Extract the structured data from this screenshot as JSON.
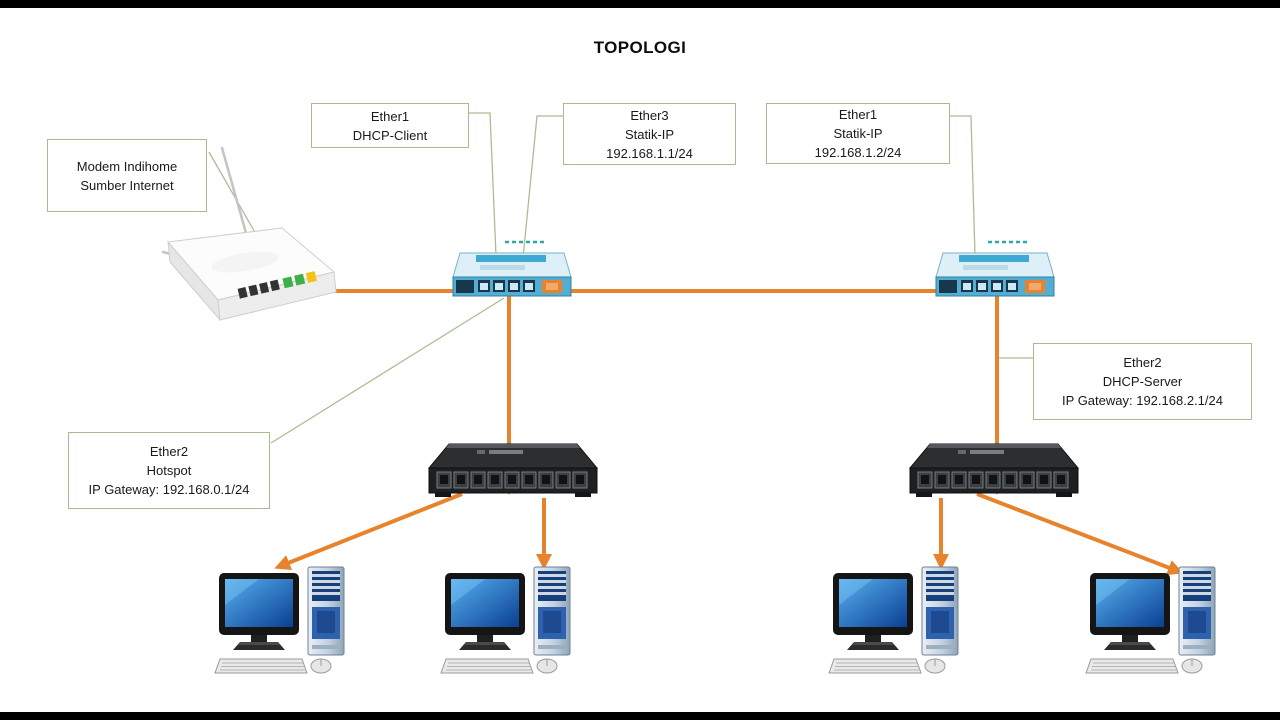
{
  "title": "TOPOLOGI",
  "boxes": {
    "modem": {
      "lines": [
        "Modem Indihome",
        "Sumber Internet"
      ]
    },
    "router1_ether1": {
      "lines": [
        "Ether1",
        "DHCP-Client"
      ]
    },
    "router1_ether3": {
      "lines": [
        "Ether3",
        "Statik-IP",
        "192.168.1.1/24"
      ]
    },
    "router2_ether1": {
      "lines": [
        "Ether1",
        "Statik-IP",
        "192.168.1.2/24"
      ]
    },
    "router2_ether2": {
      "lines": [
        "Ether2",
        "DHCP-Server",
        "IP Gateway: 192.168.2.1/24"
      ]
    },
    "router1_ether2": {
      "lines": [
        "Ether2",
        "Hotspot",
        "IP Gateway: 192.168.0.1/24"
      ]
    }
  },
  "colors": {
    "connection_orange": "#E8832D",
    "leader_green": "#A9BE93",
    "box_border_green": "#A6BC8E",
    "screen_blue": "#1E6FD0"
  }
}
